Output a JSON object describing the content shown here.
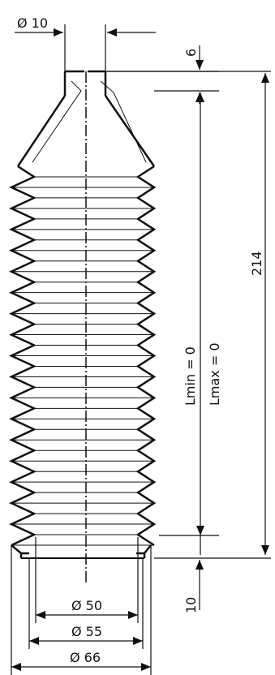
{
  "dimensions": {
    "top_diameter": "Ø 10",
    "top_offset": "6",
    "total_length": "214",
    "l_min": "Lmin = 0",
    "l_max": "Lmax = 0",
    "bottom_offset": "10",
    "diameter_small": "Ø 50",
    "diameter_mid": "Ø 55",
    "diameter_large": "Ø 66"
  },
  "convolution_count": 18
}
